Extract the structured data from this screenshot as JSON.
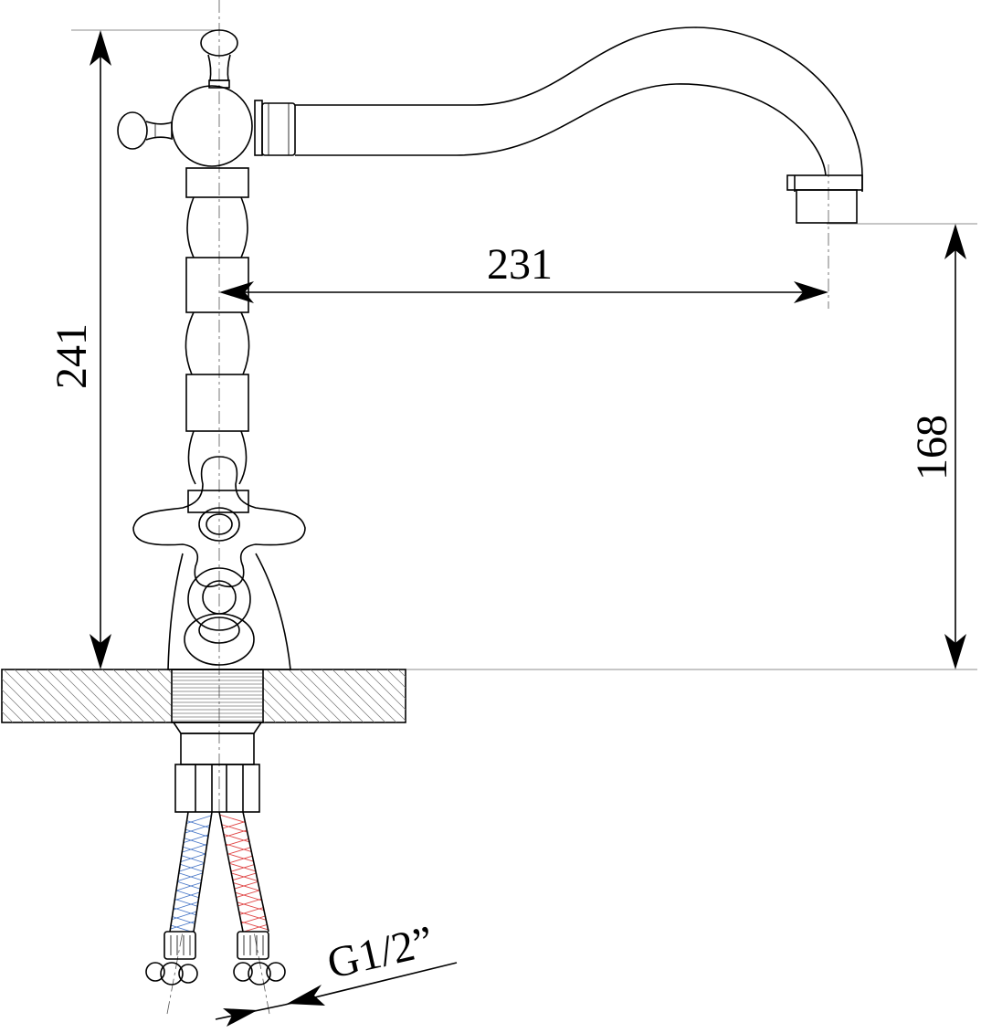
{
  "dimensions": {
    "total_height": "241",
    "spout_reach": "231",
    "spout_height": "168",
    "thread_size": "G1/2”"
  },
  "colors": {
    "line": "#000000",
    "cold_hose": "#4a78c8",
    "hot_hose": "#e04848",
    "hatch": "#777777"
  }
}
